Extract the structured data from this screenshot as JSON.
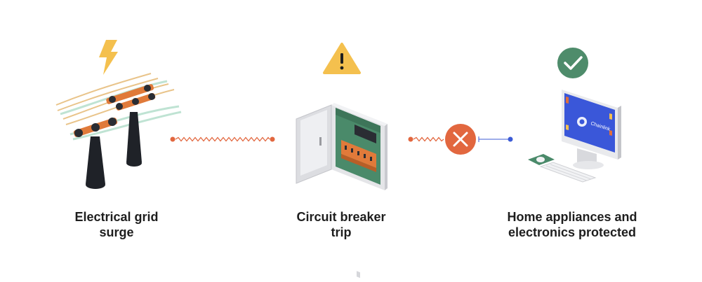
{
  "steps": [
    {
      "line1": "Electrical grid",
      "line2": "surge",
      "status_icon": "lightning-bolt-icon"
    },
    {
      "line1": "Circuit breaker",
      "line2": "trip",
      "status_icon": "warning-triangle-icon"
    },
    {
      "line1": "Home appliances and",
      "line2": "electronics protected",
      "status_icon": "checkmark-icon"
    }
  ],
  "monitor_logo": "Chainlink",
  "colors": {
    "bolt": "#F4C04E",
    "warning": "#F4C04E",
    "check": "#4E8C6B",
    "block": "#E2673F",
    "surge_line": "#E2673F",
    "safe_line": "#3C5BD6",
    "screen": "#3A57D9",
    "label_text": "#1E1E1E"
  }
}
